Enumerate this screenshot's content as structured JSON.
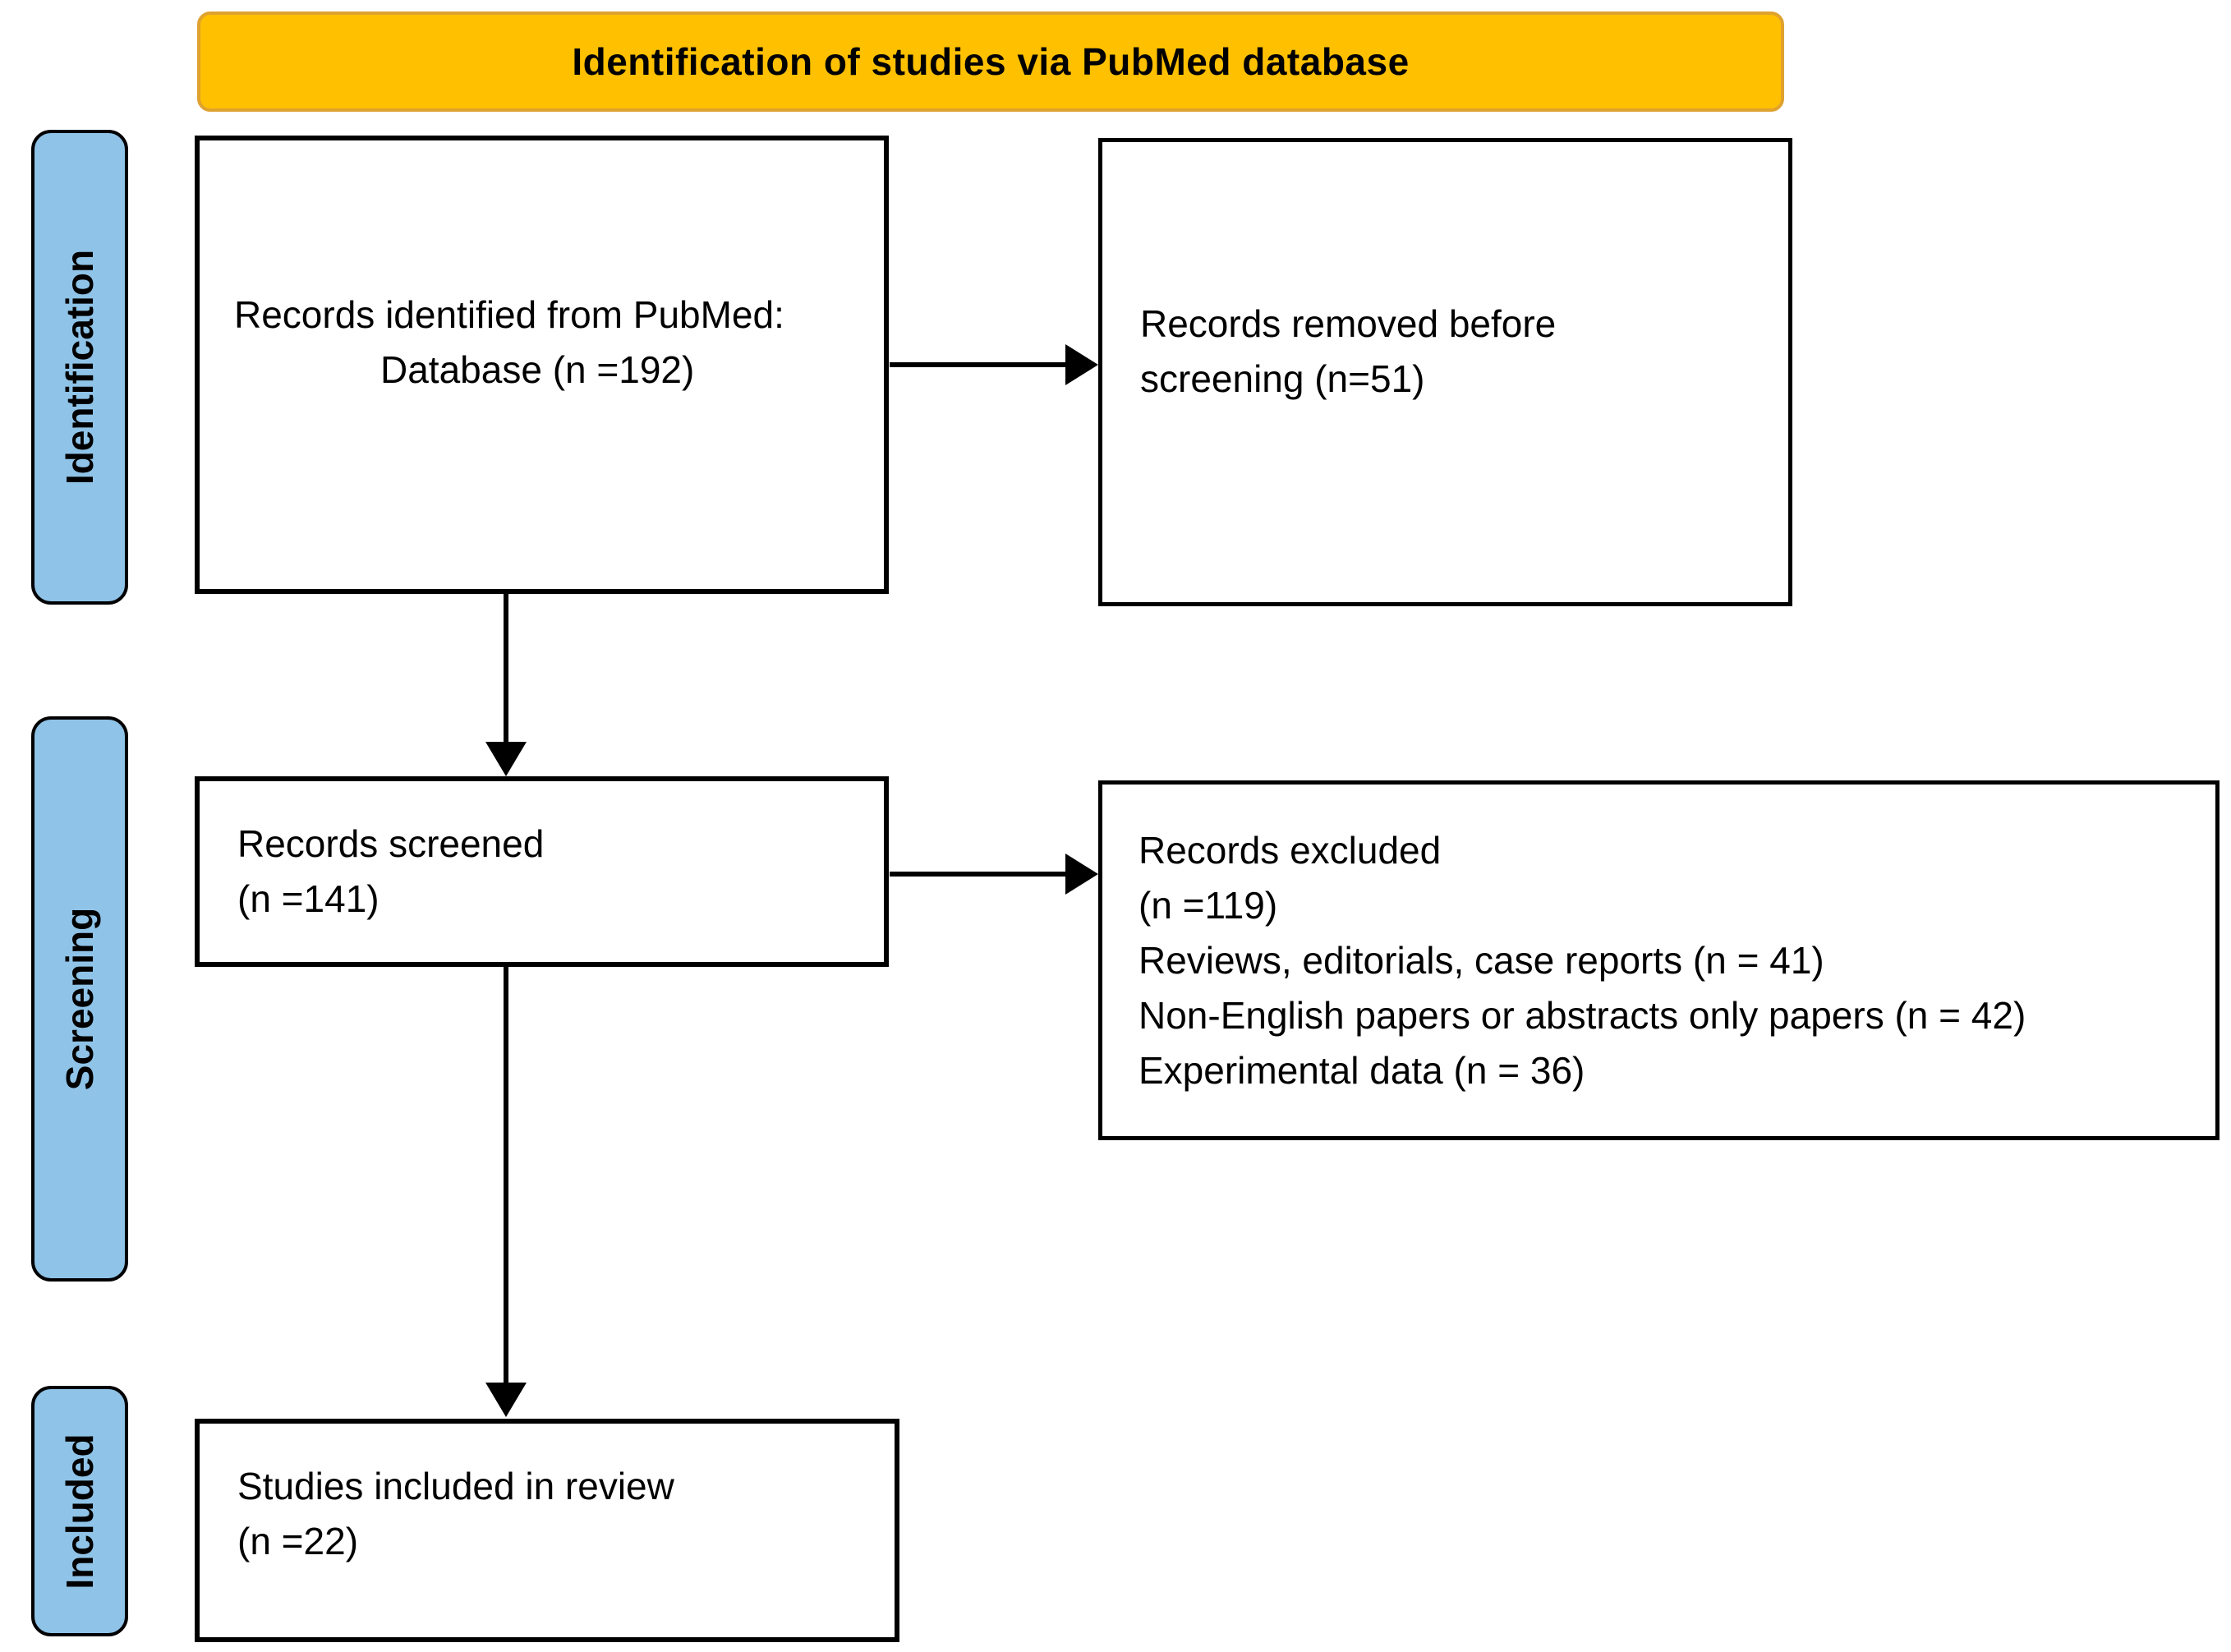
{
  "banner": {
    "label": "Identification of studies via PubMed database"
  },
  "colors": {
    "banner_fill": "#FFC000",
    "banner_border": "#DFA22E",
    "stage_fill": "#8FC3E7",
    "line_color": "#000000",
    "box_background": "#FFFFFF"
  },
  "sidebar": {
    "identification": "Identification",
    "screening": "Screening",
    "included": "Included"
  },
  "boxes": {
    "identified": {
      "line1": "Records identified from PubMed:",
      "line2": "Database (n =192)"
    },
    "removed": {
      "line1": "Records removed before",
      "line2": "screening (n=51)"
    },
    "screened": {
      "line1": "Records screened",
      "line2": "(n =141)"
    },
    "excluded": {
      "line1": "Records excluded",
      "line2": "(n =119)",
      "line3": "Reviews, editorials, case reports (n = 41)",
      "line4": "Non-English papers or abstracts only papers (n = 42)",
      "line5": "Experimental data (n = 36)"
    },
    "included": {
      "line1": "Studies included in review",
      "line2": "(n =22)"
    }
  }
}
